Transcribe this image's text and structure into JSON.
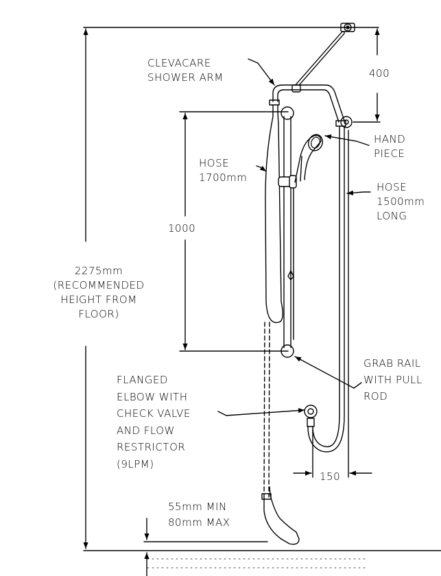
{
  "labels": {
    "arm": [
      "CLEVACARE",
      "SHOWER ARM"
    ],
    "hand_piece": [
      "HAND",
      "PIECE"
    ],
    "hose_left": [
      "HOSE",
      "1700mm"
    ],
    "hose_right": [
      "HOSE",
      "1500mm",
      "LONG"
    ],
    "rail": [
      "GRAB RAIL",
      "WITH PULL",
      "ROD"
    ],
    "elbow": [
      "FLANGED",
      "ELBOW WITH",
      "CHECK VALVE",
      "AND FLOW",
      "RESTRICTOR",
      "(9LPM)"
    ],
    "height_note": [
      "2275mm",
      "(RECOMMENDED",
      "HEIGHT FROM",
      "FLOOR)"
    ],
    "spout": [
      "55mm MIN",
      "80mm MAX"
    ]
  },
  "dimensions": {
    "arm_drop": "400",
    "rail_length": "1000",
    "offset": "150"
  }
}
